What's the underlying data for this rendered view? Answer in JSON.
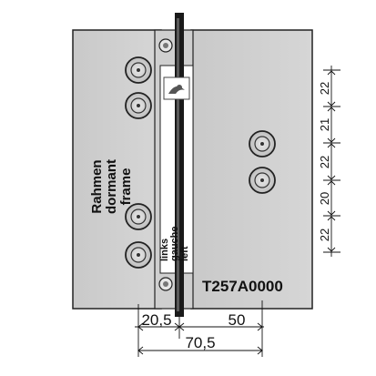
{
  "product": {
    "code": "T257A0000"
  },
  "labels": {
    "frame": [
      "Rahmen",
      "dormant",
      "frame"
    ],
    "side": [
      "links",
      "gauche",
      "left"
    ]
  },
  "dimensions": {
    "vertical": [
      "22",
      "21",
      "22",
      "20",
      "22"
    ],
    "horizontal": {
      "left_offset": "20,5",
      "pin_to_right": "50",
      "overall": "70,5"
    }
  },
  "icons": {
    "logo": "manufacturer-logo-icon"
  }
}
